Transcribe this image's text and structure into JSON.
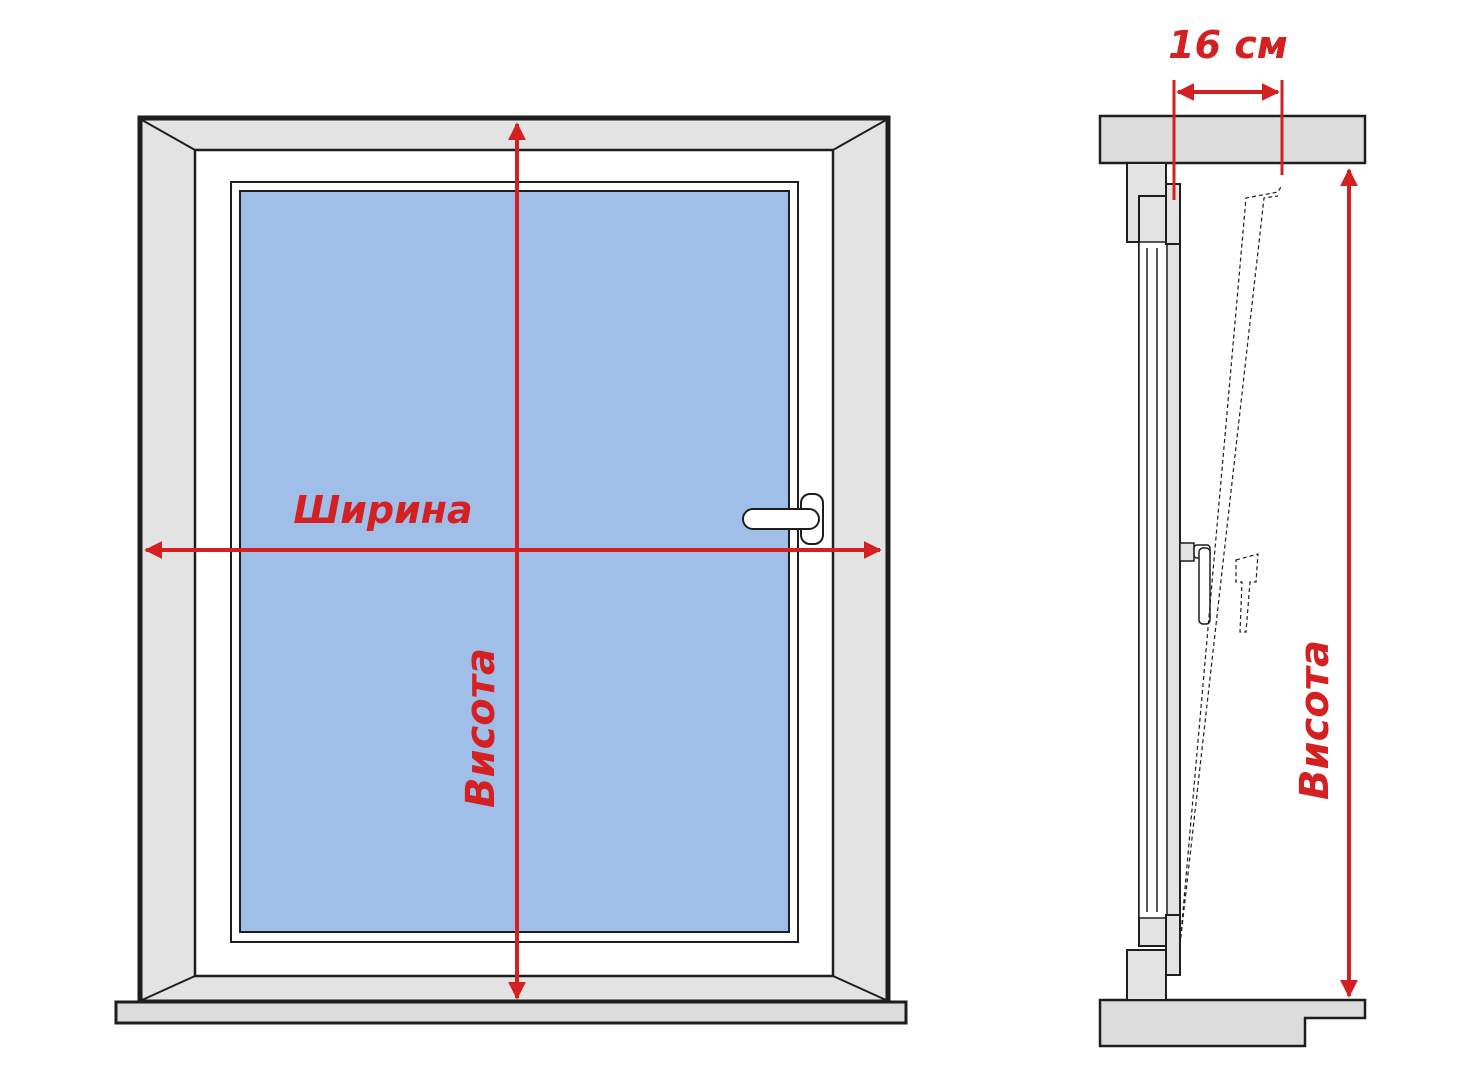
{
  "front_view": {
    "width_label": "Ширина",
    "height_label": "Висота"
  },
  "side_view": {
    "depth_label": "16 см",
    "height_label": "Висота"
  },
  "colors": {
    "measure": "#d42020",
    "glass": "#a0bfe8",
    "frame": "#ffffff",
    "reveal": "#e3e3e3",
    "wall": "#dcdcdc",
    "outline": "#1e1e1e"
  }
}
